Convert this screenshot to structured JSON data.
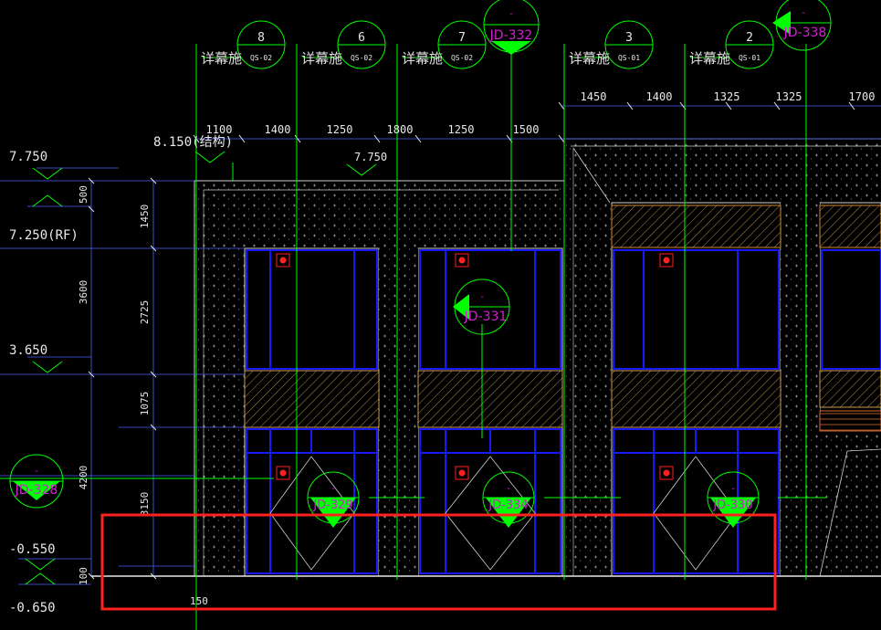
{
  "canvas": {
    "background": "#000000"
  },
  "colors": {
    "grid": "#00ff00",
    "dim": "#4a62ff",
    "dimText": "#e8e8e8",
    "window": "#1818ff",
    "wall": "#cfcfcf",
    "hatch": "#d8a040",
    "callout": "#d020d0",
    "marker": "#ff0000",
    "highlight": "#ff2020"
  },
  "axis_bubbles": [
    {
      "number": "8",
      "label": "详幕施",
      "sub": "QS-02"
    },
    {
      "number": "6",
      "label": "详幕施",
      "sub": "QS-02"
    },
    {
      "number": "7",
      "label": "详幕施",
      "sub": "QS-02"
    },
    {
      "number": "3",
      "label": "详幕施",
      "sub": "QS-01"
    },
    {
      "number": "2",
      "label": "详幕施",
      "sub": "QS-01"
    }
  ],
  "detail_callouts": [
    {
      "top": "-",
      "code": "JD-332"
    },
    {
      "top": "-",
      "code": "JD-338"
    },
    {
      "top": "-",
      "code": "JD-331"
    },
    {
      "top": "-",
      "code": "JD-328"
    },
    {
      "top": "-",
      "code": "JD-329"
    },
    {
      "top": "-",
      "code": "JD-334"
    },
    {
      "top": "-",
      "code": "JD-330"
    }
  ],
  "top_dims_right": [
    "1450",
    "1400",
    "1325",
    "1325",
    "1700"
  ],
  "top_dims_left": [
    "1100",
    "1400",
    "1250",
    "1800",
    "1250",
    "1500"
  ],
  "elevations_left": [
    "7.750",
    "7.250(RF)",
    "3.650",
    "-0.550",
    "-0.650"
  ],
  "elevation_roof": "8.150(结构)",
  "elevation_parapet": "7.750",
  "vertical_dims_outer": [
    "500",
    "3600",
    "4200",
    "100"
  ],
  "vertical_dims_inner": [
    "1450",
    "2725",
    "1075",
    "3150"
  ],
  "bottom_dim": "150"
}
